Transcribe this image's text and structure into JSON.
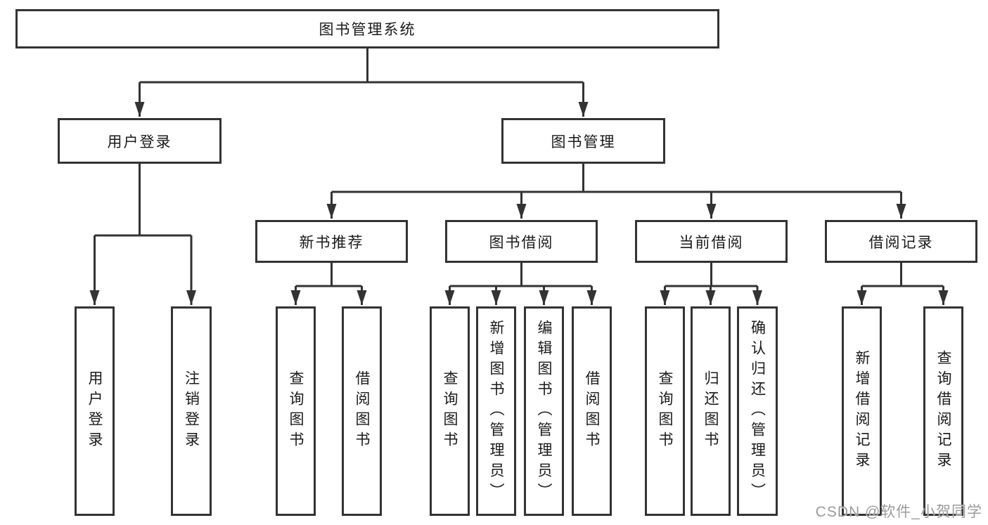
{
  "diagram_title": "图书管理系统",
  "nodes": {
    "root": "图书管理系统",
    "user_login": "用户登录",
    "book_mgmt": "图书管理",
    "new_book_rec": "新书推荐",
    "book_borrow": "图书借阅",
    "current_borrow": "当前借阅",
    "borrow_record": "借阅记录",
    "leaf_user_login": "用户登录",
    "leaf_logout": "注销登录",
    "leaf_nbr_query": "查询图书",
    "leaf_nbr_borrow": "借阅图书",
    "leaf_bb_query": "查询图书",
    "leaf_bb_add": "新增图书（管理员）",
    "leaf_bb_edit": "编辑图书（管理员）",
    "leaf_bb_borrow": "借阅图书",
    "leaf_cb_query": "查询图书",
    "leaf_cb_return": "归还图书",
    "leaf_cb_confirm": "确认归还（管理员）",
    "leaf_br_add": "新增借阅记录",
    "leaf_br_query": "查询借阅记录"
  },
  "hierarchy": {
    "root": [
      "user_login",
      "book_mgmt"
    ],
    "user_login": [
      "leaf_user_login",
      "leaf_logout"
    ],
    "book_mgmt": [
      "new_book_rec",
      "book_borrow",
      "current_borrow",
      "borrow_record"
    ],
    "new_book_rec": [
      "leaf_nbr_query",
      "leaf_nbr_borrow"
    ],
    "book_borrow": [
      "leaf_bb_query",
      "leaf_bb_add",
      "leaf_bb_edit",
      "leaf_bb_borrow"
    ],
    "current_borrow": [
      "leaf_cb_query",
      "leaf_cb_return",
      "leaf_cb_confirm"
    ],
    "borrow_record": [
      "leaf_br_add",
      "leaf_br_query"
    ]
  },
  "watermark": "CSDN @软件_小贺同学",
  "colors": {
    "line": "#333333",
    "box_border": "#333333",
    "text": "#1a1a1a",
    "watermark": "#9b9b9b",
    "background": "#ffffff"
  }
}
